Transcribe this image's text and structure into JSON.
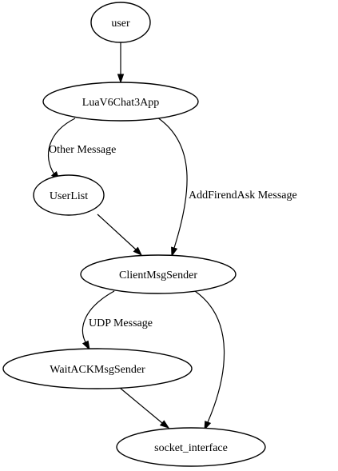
{
  "graph": {
    "nodes": {
      "user": "user",
      "app": "LuaV6Chat3App",
      "userlist": "UserList",
      "sender": "ClientMsgSender",
      "ack": "WaitACKMsgSender",
      "socket": "socket_interface"
    },
    "edges": [
      {
        "from": "user",
        "to": "app",
        "label": ""
      },
      {
        "from": "app",
        "to": "userlist",
        "label": "Other Message"
      },
      {
        "from": "app",
        "to": "sender",
        "label": "AddFirendAsk Message"
      },
      {
        "from": "userlist",
        "to": "sender",
        "label": ""
      },
      {
        "from": "sender",
        "to": "ack",
        "label": "UDP Message"
      },
      {
        "from": "sender",
        "to": "socket",
        "label": ""
      },
      {
        "from": "ack",
        "to": "socket",
        "label": ""
      }
    ]
  }
}
